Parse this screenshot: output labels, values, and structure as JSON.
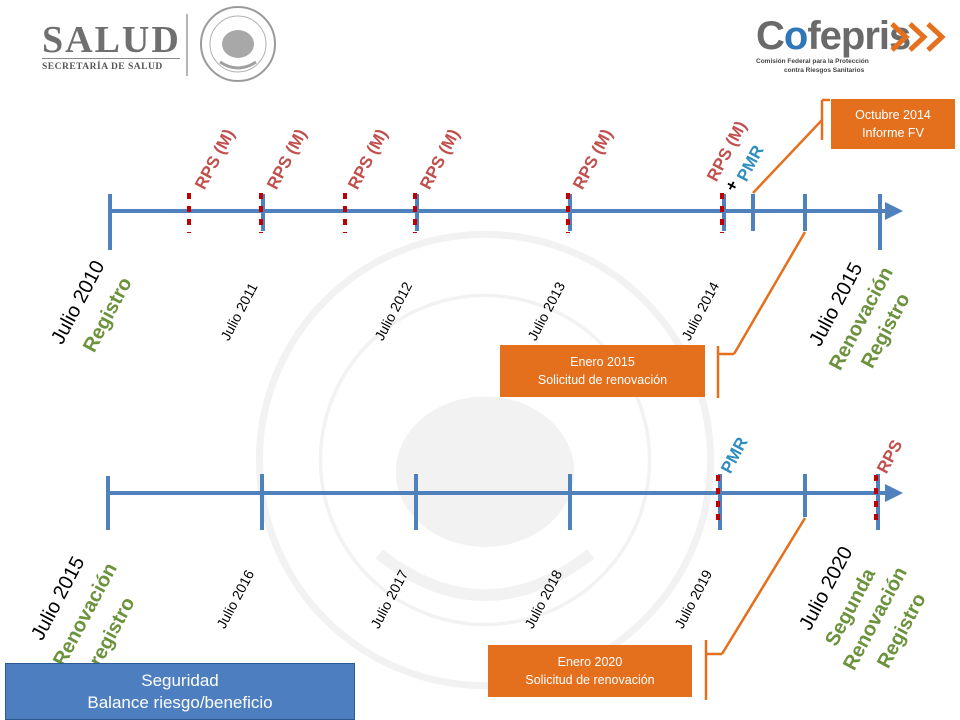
{
  "header": {
    "salud_title": "SALUD",
    "salud_subtitle": "SECRETARÍA DE SALUD",
    "cofepris_pre": "C",
    "cofepris_o": "o",
    "cofepris_post": "fepris",
    "cofepris_line1": "Comisión Federal para la Protección",
    "cofepris_line2": "contra Riesgos Sanitarios"
  },
  "timeline_top": {
    "years": [
      {
        "label": "Julio 2010",
        "sub": [
          "Registro"
        ]
      },
      {
        "label": "Julio 2011",
        "sub": []
      },
      {
        "label": "Julio 2012",
        "sub": []
      },
      {
        "label": "Julio 2013",
        "sub": []
      },
      {
        "label": "Julio 2014",
        "sub": []
      },
      {
        "label": "Julio 2015",
        "sub": [
          "Renovación",
          "Registro"
        ]
      }
    ],
    "rps_label": "RPS (M)",
    "pmr_plus": "+",
    "pmr_label": "PMR",
    "box_octubre": {
      "line1": "Octubre 2014",
      "line2": "Informe FV"
    },
    "box_enero": {
      "line1": "Enero 2015",
      "line2": "Solicitud de renovación"
    }
  },
  "timeline_bottom": {
    "years": [
      {
        "label": "Julio 2015",
        "sub": [
          "Renovación",
          "registro"
        ]
      },
      {
        "label": "Julio 2016",
        "sub": []
      },
      {
        "label": "Julio 2017",
        "sub": []
      },
      {
        "label": "Julio 2018",
        "sub": []
      },
      {
        "label": "Julio 2019",
        "sub": []
      },
      {
        "label": "Julio 2020",
        "sub": [
          "Segunda",
          "Renovación",
          "Registro"
        ]
      }
    ],
    "pmr_label": "PMR",
    "rps_label": "RPS",
    "box_enero": {
      "line1": "Enero 2020",
      "line2": "Solicitud de renovación"
    }
  },
  "footer_box": {
    "line1": "Seguridad",
    "line2": "Balance riesgo/beneficio"
  },
  "colors": {
    "timeline_blue": "#4f81bd",
    "marker_red": "#c00000",
    "rps_red": "#c0504d",
    "pmr_blue": "#2f8ebd",
    "green": "#6b923c",
    "orange": "#e4701e",
    "connector_orange": "#e4701e"
  }
}
